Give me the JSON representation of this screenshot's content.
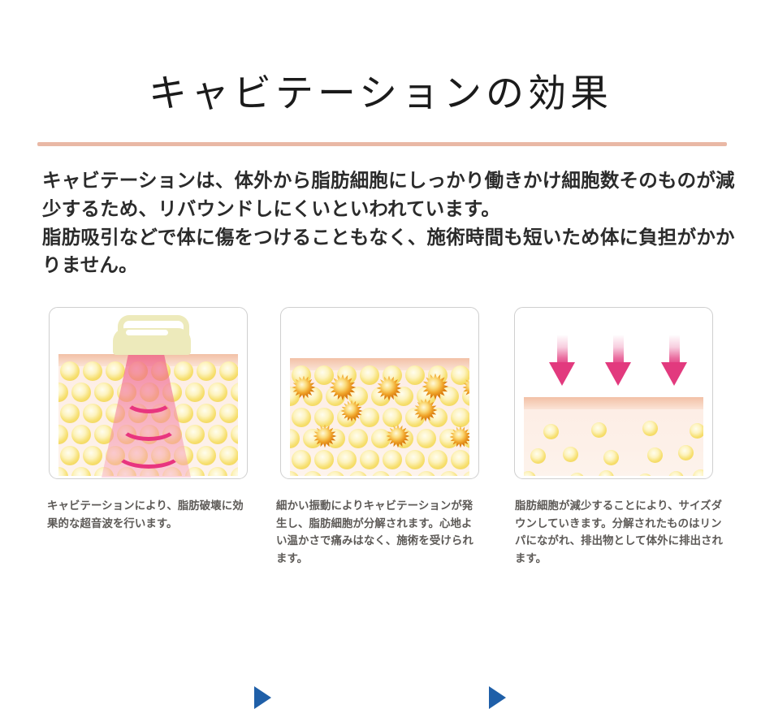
{
  "page": {
    "title": "キャビテーションの効果",
    "intro": [
      "キャビテーションは、体外から脂肪細胞にしっかり働きかけ細胞数そのものが減少するため、リバウンドしにくいといわれています。",
      "脂肪吸引などで体に傷をつけることもなく、施術時間も短いため体に負担がかかりません。"
    ]
  },
  "colors": {
    "title_rule": "#e9b8a5",
    "step_arrow": "#1f5fa8",
    "fat_cell": "#f7e071",
    "burst_cell": "#e88a1a",
    "ultrasound_wave": "#e8357f",
    "down_arrow": "#e23a7e",
    "skin_band": "#f2c0a6",
    "device": "#edeabb",
    "panel_border": "#cfcfcf",
    "body_text": "#2b2b2b",
    "caption_text": "#5d5a57"
  },
  "steps": [
    {
      "id": "step-1",
      "icon": "ultrasound-handpiece-icon",
      "caption": "キャビテーションにより、脂肪破壊に効果的な超音波を行います。"
    },
    {
      "id": "step-2",
      "icon": "fat-cell-burst-icon",
      "caption": "細かい振動によりキャビテーションが発生し、脂肪細胞が分解されます。心地よい温かさで痛みはなく、施術を受けられます。"
    },
    {
      "id": "step-3",
      "icon": "size-down-arrows-icon",
      "caption": "脂肪細胞が減少することにより、サイズダウンしていきます。分解されたものはリンパにながれ、排出物として体外に排出されます。"
    }
  ],
  "connectors": [
    {
      "id": "connector-1",
      "icon": "triangle-right-icon"
    },
    {
      "id": "connector-2",
      "icon": "triangle-right-icon"
    }
  ]
}
